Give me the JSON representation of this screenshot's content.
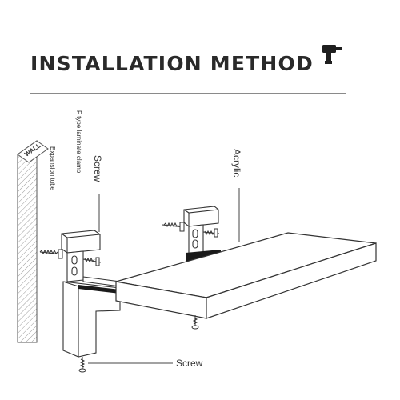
{
  "header": {
    "title": "INSTALLATION METHOD"
  },
  "icons": {
    "header_icon": "drill-icon"
  },
  "labels": {
    "wall": "WALL",
    "expansion_tube": "Expansion tube",
    "f_type_clamp": "F type laminate clamp",
    "screw_top": "Screw",
    "acrylic": "Acrylic",
    "screw_bottom": "Screw"
  }
}
